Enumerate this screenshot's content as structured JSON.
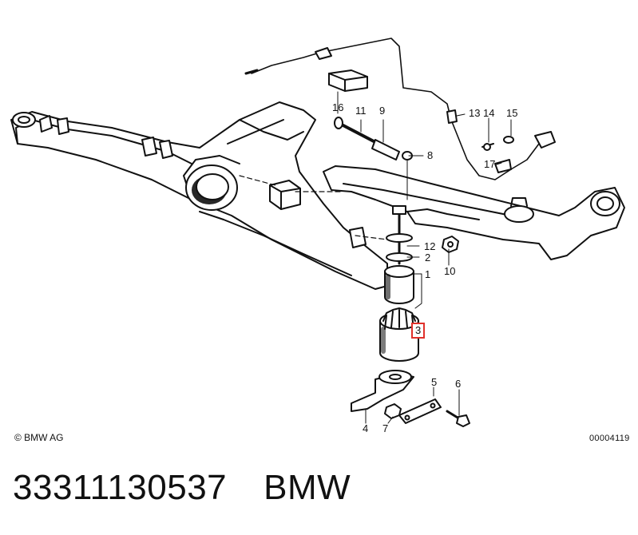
{
  "copyright": "© BMW AG",
  "drawing_number": "00004119",
  "part_number": "33311130537",
  "brand": "BMW",
  "highlight_color": "#e0312b",
  "callouts": [
    {
      "key": "c1",
      "label": "1"
    },
    {
      "key": "c2",
      "label": "2"
    },
    {
      "key": "c3",
      "label": "3",
      "highlighted": true
    },
    {
      "key": "c4",
      "label": "4"
    },
    {
      "key": "c5",
      "label": "5"
    },
    {
      "key": "c6",
      "label": "6"
    },
    {
      "key": "c7",
      "label": "7"
    },
    {
      "key": "c8",
      "label": "8"
    },
    {
      "key": "c9",
      "label": "9"
    },
    {
      "key": "c10",
      "label": "10"
    },
    {
      "key": "c11",
      "label": "11"
    },
    {
      "key": "c12",
      "label": "12"
    },
    {
      "key": "c13",
      "label": "13"
    },
    {
      "key": "c14",
      "label": "14"
    },
    {
      "key": "c15",
      "label": "15"
    },
    {
      "key": "c16",
      "label": "16"
    },
    {
      "key": "c17",
      "label": "17"
    }
  ]
}
